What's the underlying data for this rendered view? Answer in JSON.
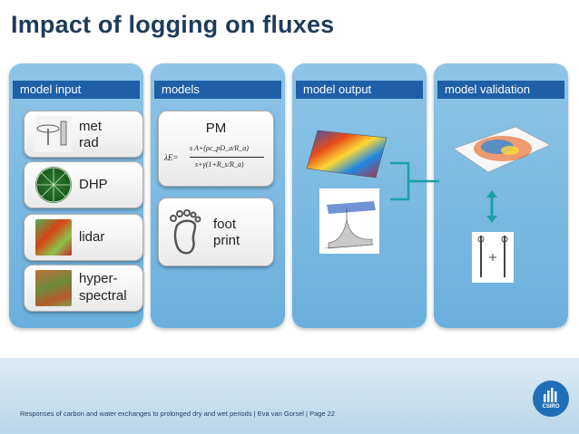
{
  "slide": {
    "title": "Impact of logging on fluxes",
    "footer": "Responses of carbon and water exchanges  to prolonged dry and wet periods  |  Eva van Gorsel  |  Page 22",
    "logo_text": "CSIRO"
  },
  "columns": [
    {
      "header": "model input"
    },
    {
      "header": "models"
    },
    {
      "header": "model output"
    },
    {
      "header": "model validation"
    }
  ],
  "inputs": [
    {
      "label_line1": "met",
      "label_line2": "rad",
      "icon": "met-tower-icon"
    },
    {
      "label_line1": "DHP",
      "label_line2": "",
      "icon": "hemispherical-photo-icon"
    },
    {
      "label_line1": "lidar",
      "label_line2": "",
      "icon": "lidar-map-icon"
    },
    {
      "label_line1": "hyper-",
      "label_line2": "spectral",
      "icon": "hyperspectral-map-icon"
    }
  ],
  "models": {
    "pm_label": "PM",
    "equation_lhs": "λE=",
    "equation_num": "s  A+(ρc_pD_a/R_a)",
    "equation_den": "s+γ(1+R_s/R_a)",
    "foot_line1": "foot",
    "foot_line2": "print"
  },
  "colors": {
    "title": "#1f3b5c",
    "header_bg": "#1f5fa8",
    "column_bg": "#7fbde4",
    "arrow": "#1aa0a8"
  }
}
